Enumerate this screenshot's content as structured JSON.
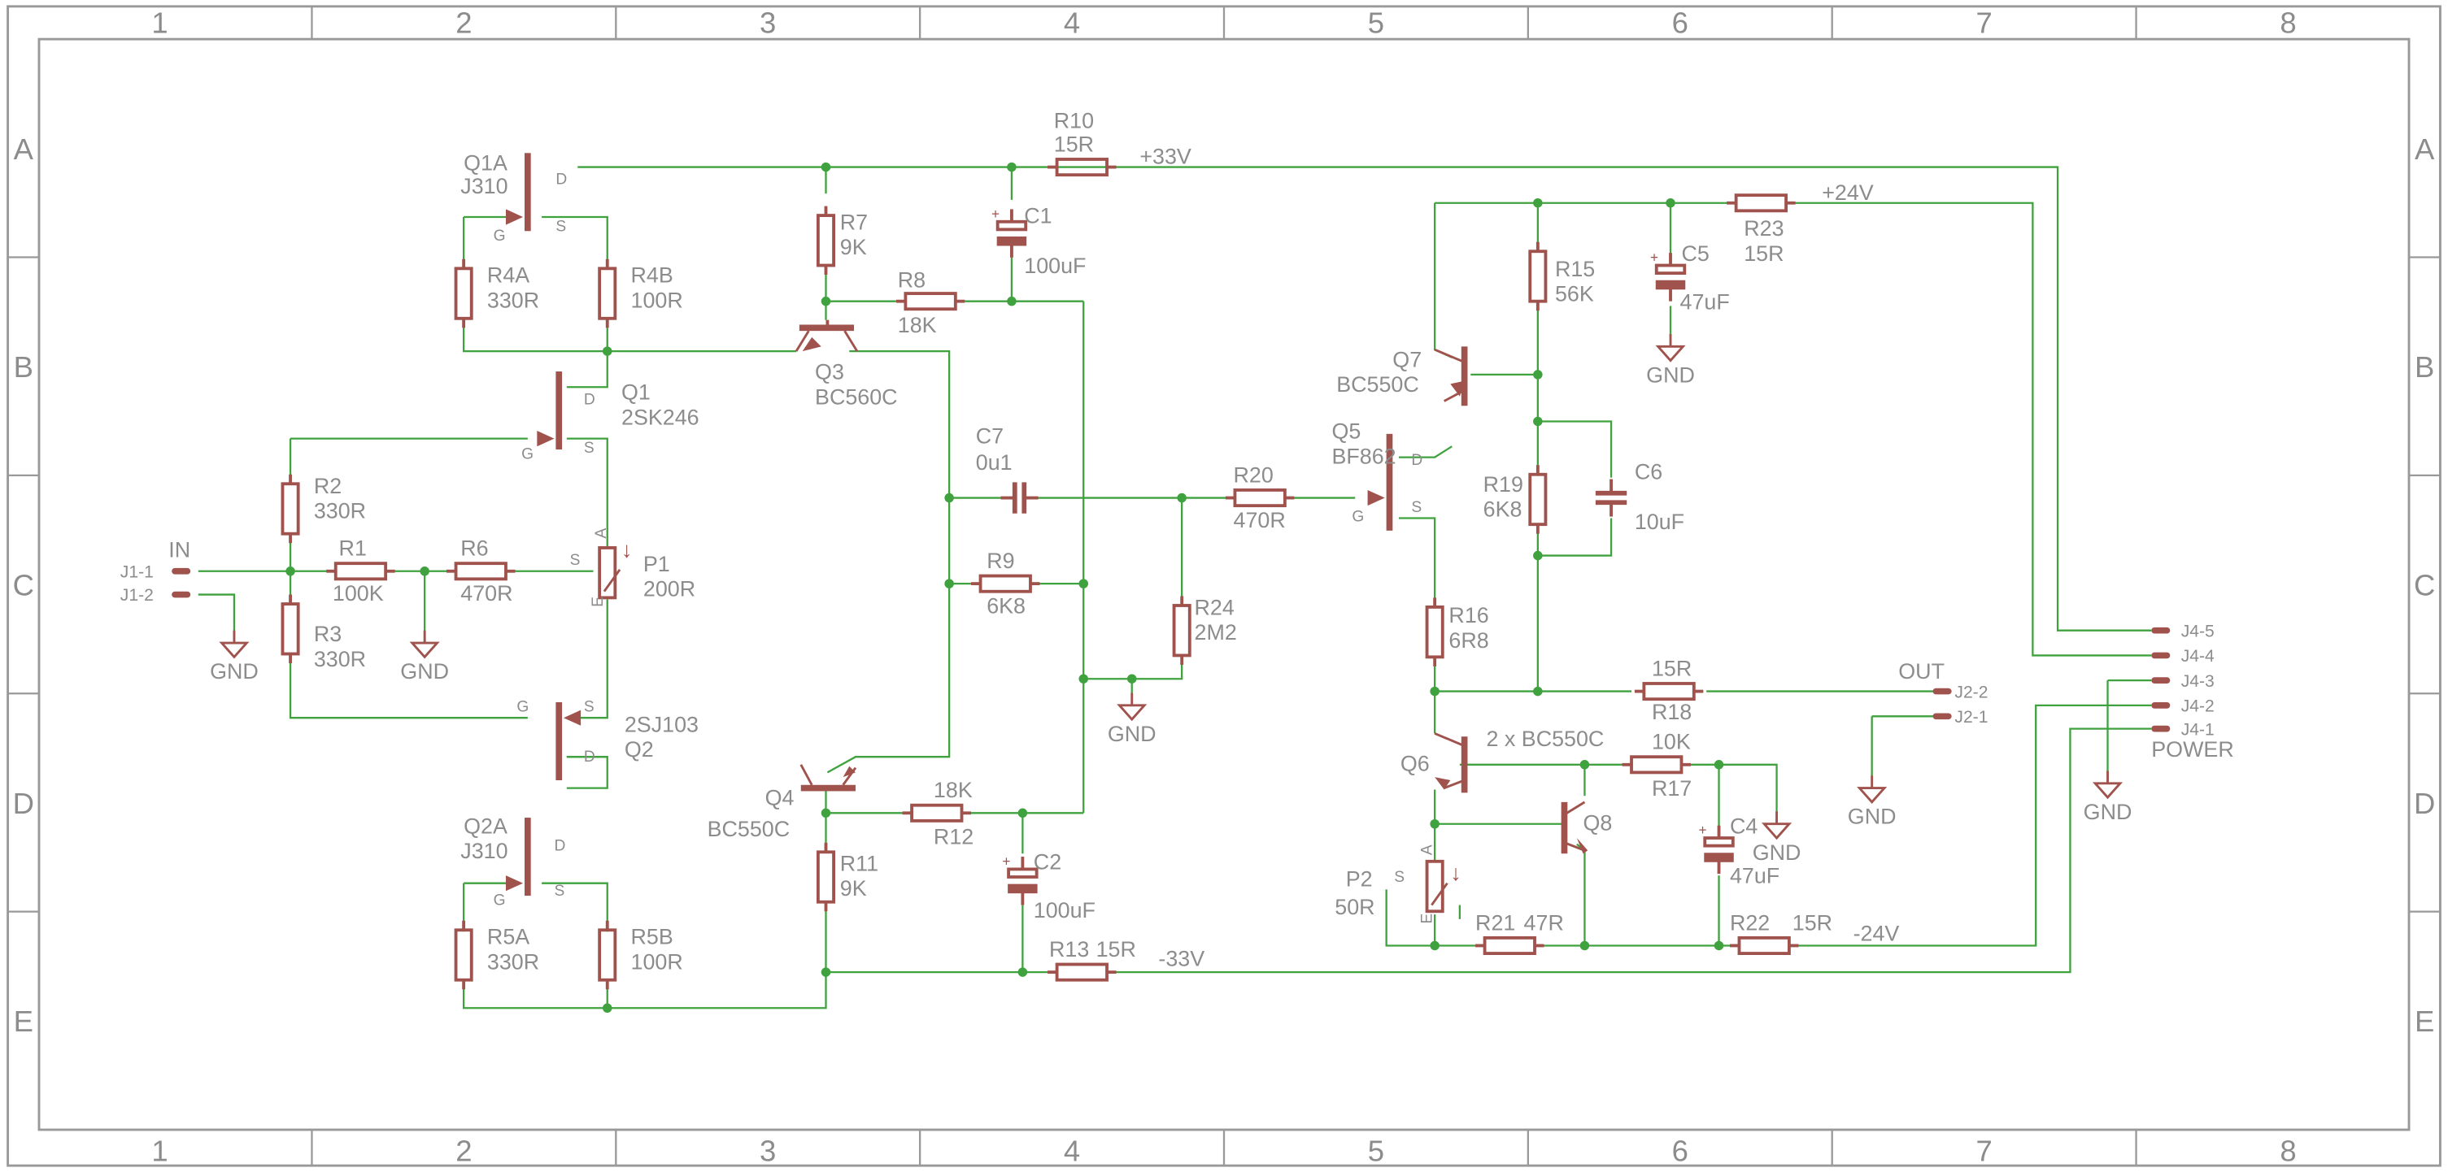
{
  "colors": {
    "frame": "#999999",
    "wire": "#3fa23f",
    "symbol": "#a0524d",
    "label": "#8c8c8c",
    "junction": "#3fa23f"
  },
  "frame": {
    "columns": [
      "1",
      "2",
      "3",
      "4",
      "5",
      "6",
      "7",
      "8"
    ],
    "rows": [
      "A",
      "B",
      "C",
      "D",
      "E"
    ]
  },
  "components": [
    {
      "ref": "Q1A",
      "value": "J310",
      "kind": "jfet-n"
    },
    {
      "ref": "Q1",
      "value": "2SK246",
      "kind": "jfet-n"
    },
    {
      "ref": "Q2",
      "value": "2SJ103",
      "kind": "jfet-p"
    },
    {
      "ref": "Q2A",
      "value": "J310",
      "kind": "jfet-n"
    },
    {
      "ref": "Q3",
      "value": "BC560C",
      "kind": "bjt-pnp"
    },
    {
      "ref": "Q4",
      "value": "BC550C",
      "kind": "bjt-npn"
    },
    {
      "ref": "Q5",
      "value": "BF862",
      "kind": "jfet-n"
    },
    {
      "ref": "Q6",
      "value": "2 x BC550C",
      "kind": "bjt-npn"
    },
    {
      "ref": "Q7",
      "value": "BC550C",
      "kind": "bjt-npn"
    },
    {
      "ref": "Q8",
      "value": "",
      "kind": "bjt-npn"
    },
    {
      "ref": "R1",
      "value": "100K"
    },
    {
      "ref": "R2",
      "value": "330R"
    },
    {
      "ref": "R3",
      "value": "330R"
    },
    {
      "ref": "R4A",
      "value": "330R"
    },
    {
      "ref": "R4B",
      "value": "100R"
    },
    {
      "ref": "R5A",
      "value": "330R"
    },
    {
      "ref": "R5B",
      "value": "100R"
    },
    {
      "ref": "R6",
      "value": "470R"
    },
    {
      "ref": "R7",
      "value": "9K"
    },
    {
      "ref": "R8",
      "value": "18K"
    },
    {
      "ref": "R9",
      "value": "6K8"
    },
    {
      "ref": "R10",
      "value": "15R"
    },
    {
      "ref": "R11",
      "value": "9K"
    },
    {
      "ref": "R12",
      "value": "18K"
    },
    {
      "ref": "R13",
      "value": "15R"
    },
    {
      "ref": "R15",
      "value": "56K"
    },
    {
      "ref": "R16",
      "value": "6R8"
    },
    {
      "ref": "R17",
      "value": "10K"
    },
    {
      "ref": "R18",
      "value": "15R"
    },
    {
      "ref": "R19",
      "value": "6K8"
    },
    {
      "ref": "R20",
      "value": "470R"
    },
    {
      "ref": "R21",
      "value": "47R"
    },
    {
      "ref": "R22",
      "value": "15R"
    },
    {
      "ref": "R23",
      "value": "15R"
    },
    {
      "ref": "R24",
      "value": "2M2"
    },
    {
      "ref": "C1",
      "value": "100uF"
    },
    {
      "ref": "C2",
      "value": "100uF"
    },
    {
      "ref": "C4",
      "value": "47uF"
    },
    {
      "ref": "C5",
      "value": "47uF"
    },
    {
      "ref": "C6",
      "value": "10uF"
    },
    {
      "ref": "C7",
      "value": "0u1"
    },
    {
      "ref": "P1",
      "value": "200R"
    },
    {
      "ref": "P2",
      "value": "50R"
    }
  ],
  "pin_labels": {
    "d": "D",
    "g": "G",
    "s": "S",
    "a": "A",
    "e": "E"
  },
  "nets": {
    "vplus33": "+33V",
    "vminus33": "-33V",
    "vplus24": "+24V",
    "vminus24": "-24V",
    "gnd": "GND",
    "in": "IN",
    "out": "OUT",
    "power": "POWER"
  },
  "connectors": {
    "j1": [
      "J1-1",
      "J1-2"
    ],
    "j2": [
      "J2-2",
      "J2-1"
    ],
    "j4": [
      "J4-5",
      "J4-4",
      "J4-3",
      "J4-2",
      "J4-1"
    ]
  }
}
